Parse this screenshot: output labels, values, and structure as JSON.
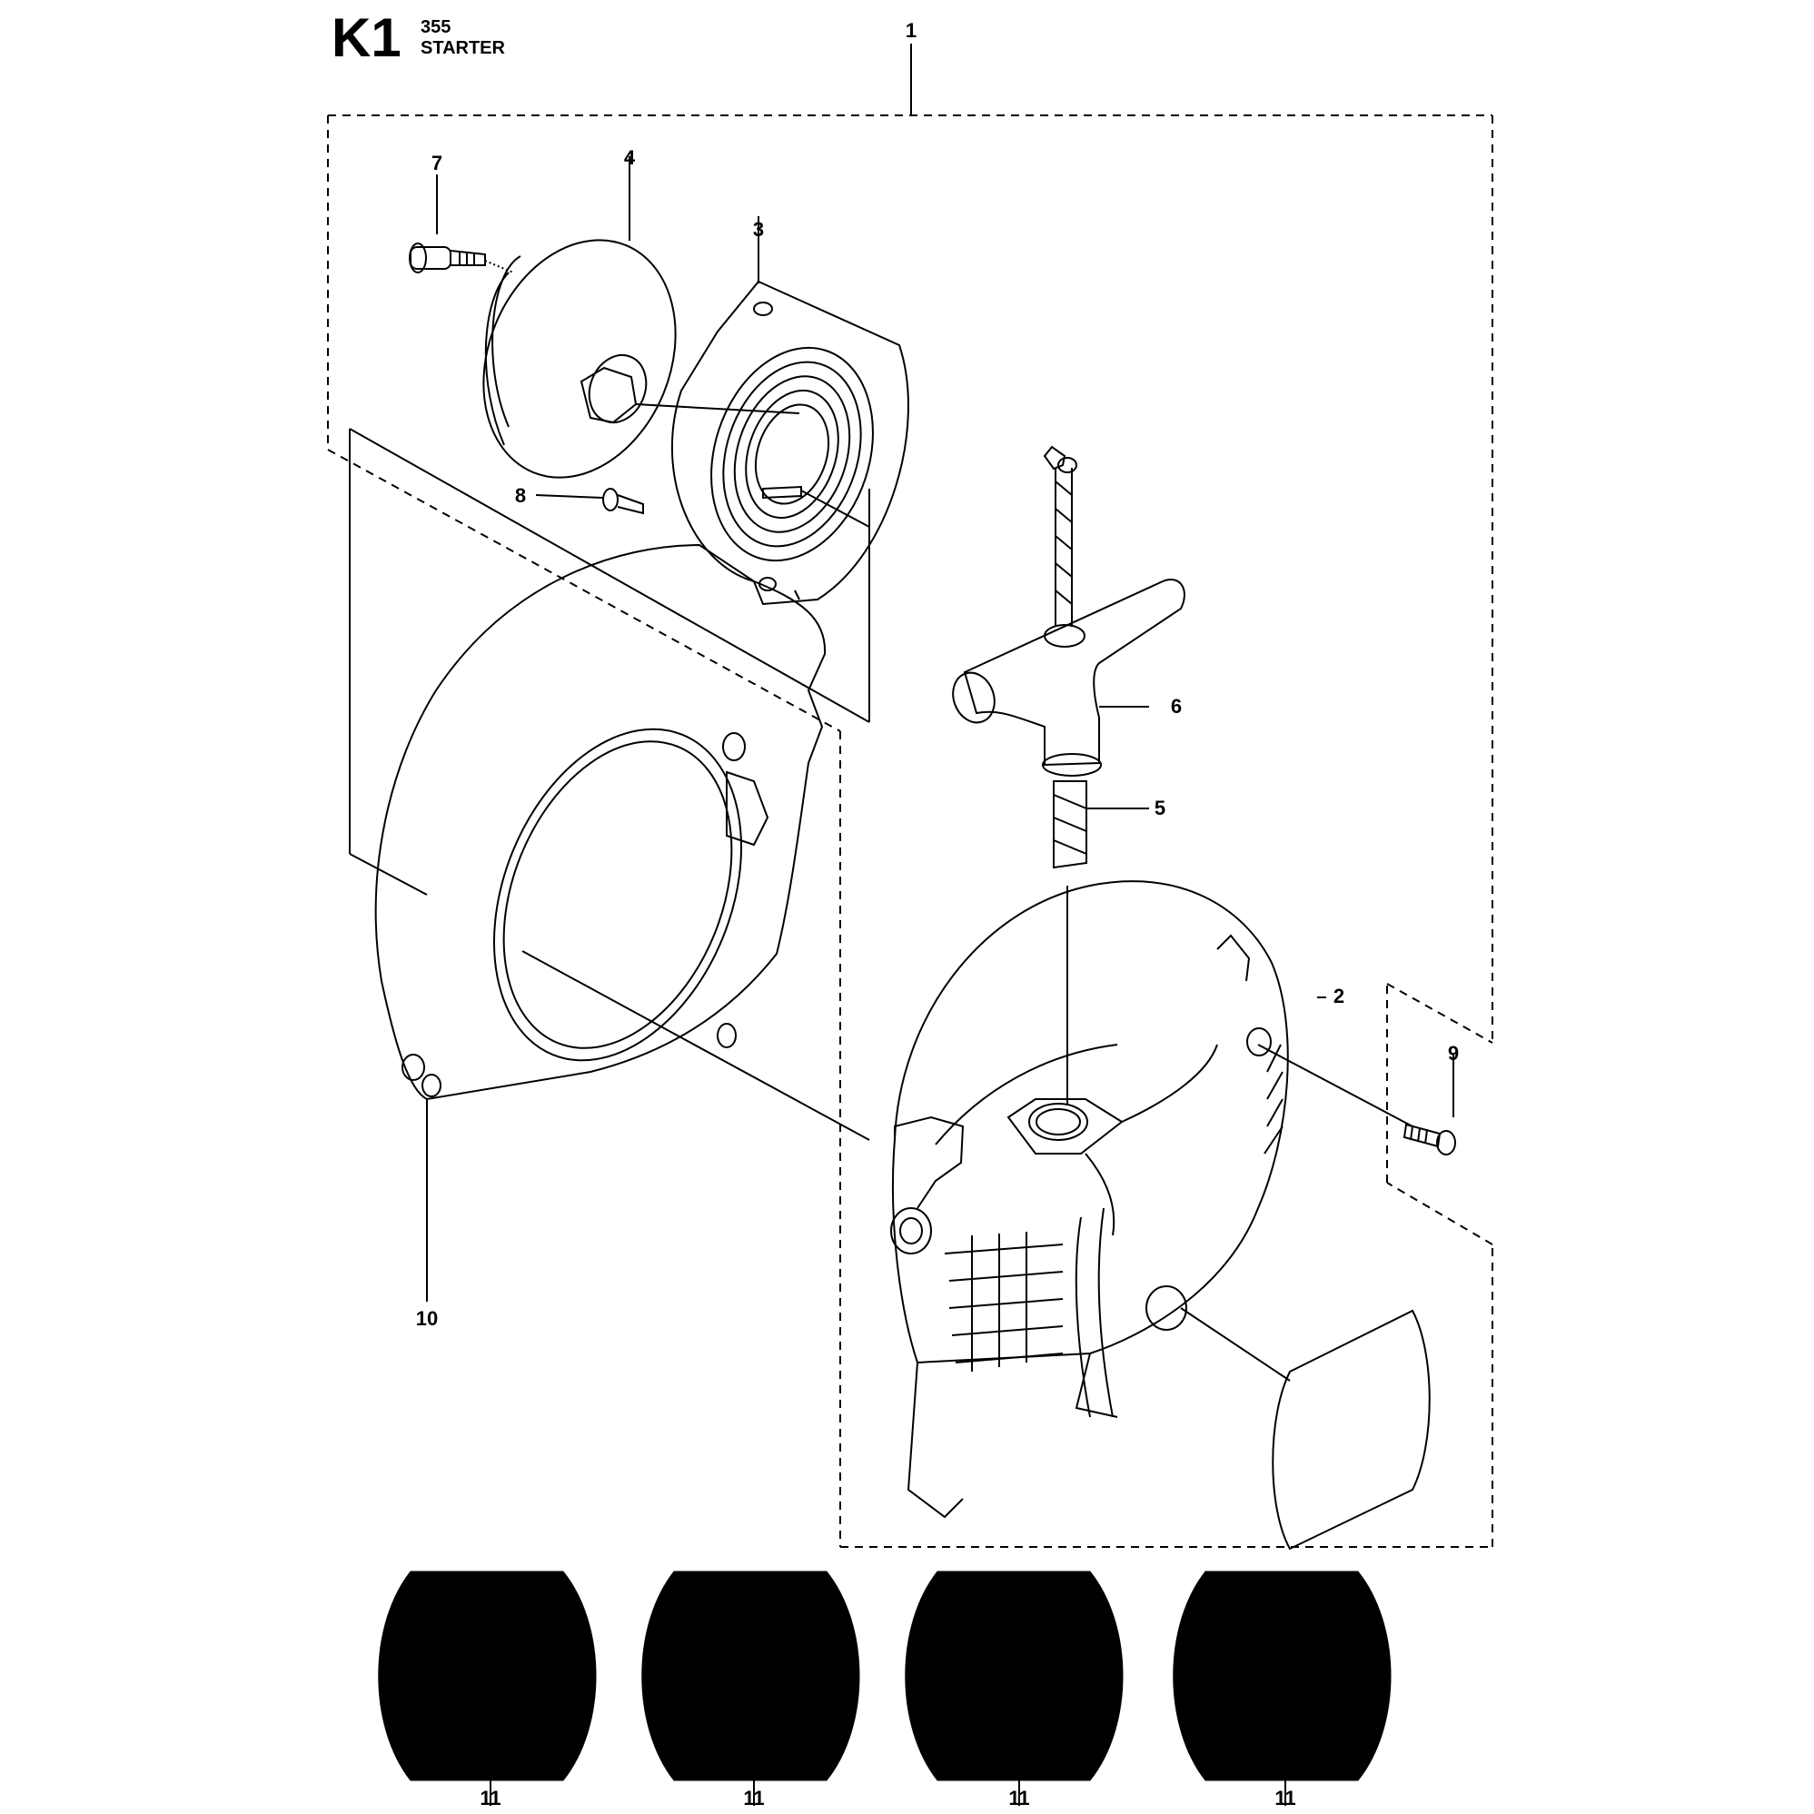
{
  "header": {
    "section_code": "K1",
    "model": "355",
    "assembly_name": "STARTER"
  },
  "callouts": {
    "c1": "1",
    "c2": "2",
    "c3": "3",
    "c4": "4",
    "c5": "5",
    "c6": "6",
    "c7": "7",
    "c8": "8",
    "c9": "9",
    "c10": "10",
    "c11a": "11",
    "c11b": "11",
    "c11c": "11",
    "c11d": "11"
  },
  "colors": {
    "ink": "#000000",
    "paper": "#ffffff"
  }
}
